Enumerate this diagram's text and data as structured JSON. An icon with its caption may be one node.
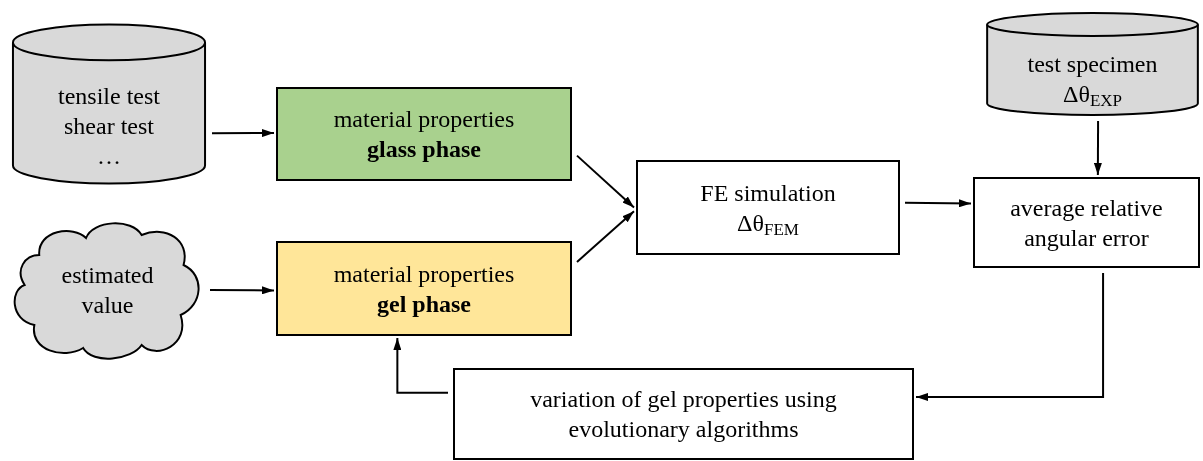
{
  "diagram": {
    "nodes": [
      {
        "text": [
          "tensile test",
          "shear test",
          "…"
        ]
      },
      {
        "text": [
          "material properties",
          "glass phase"
        ]
      },
      {
        "text": [
          "estimated value"
        ]
      },
      {
        "text": [
          "material properties",
          "gel phase"
        ]
      },
      {
        "text": [
          "FE simulation",
          "Δθ$_{FEM}$"
        ]
      },
      {
        "text": [
          "test specimen",
          "Δθ$_{EXP}$"
        ]
      },
      {
        "text": [
          "average relative angular error"
        ]
      },
      {
        "text": [
          "variation of gel properties using evolutionary algorithms"
        ]
      }
    ],
    "edges": [
      {
        "from": 0,
        "to": 1,
        "arrow": "to"
      },
      {
        "from": 2,
        "to": 3,
        "arrow": "to"
      },
      {
        "from": 1,
        "to": 4,
        "arrow": "to"
      },
      {
        "from": 3,
        "to": 4,
        "arrow": "to"
      },
      {
        "from": 4,
        "to": 6,
        "arrow": "to"
      },
      {
        "from": 5,
        "to": 6,
        "arrow": "to"
      },
      {
        "from": 6,
        "to": 7,
        "arrow": "to"
      },
      {
        "from": 7,
        "to": 3,
        "arrow": "to"
      }
    ]
  }
}
